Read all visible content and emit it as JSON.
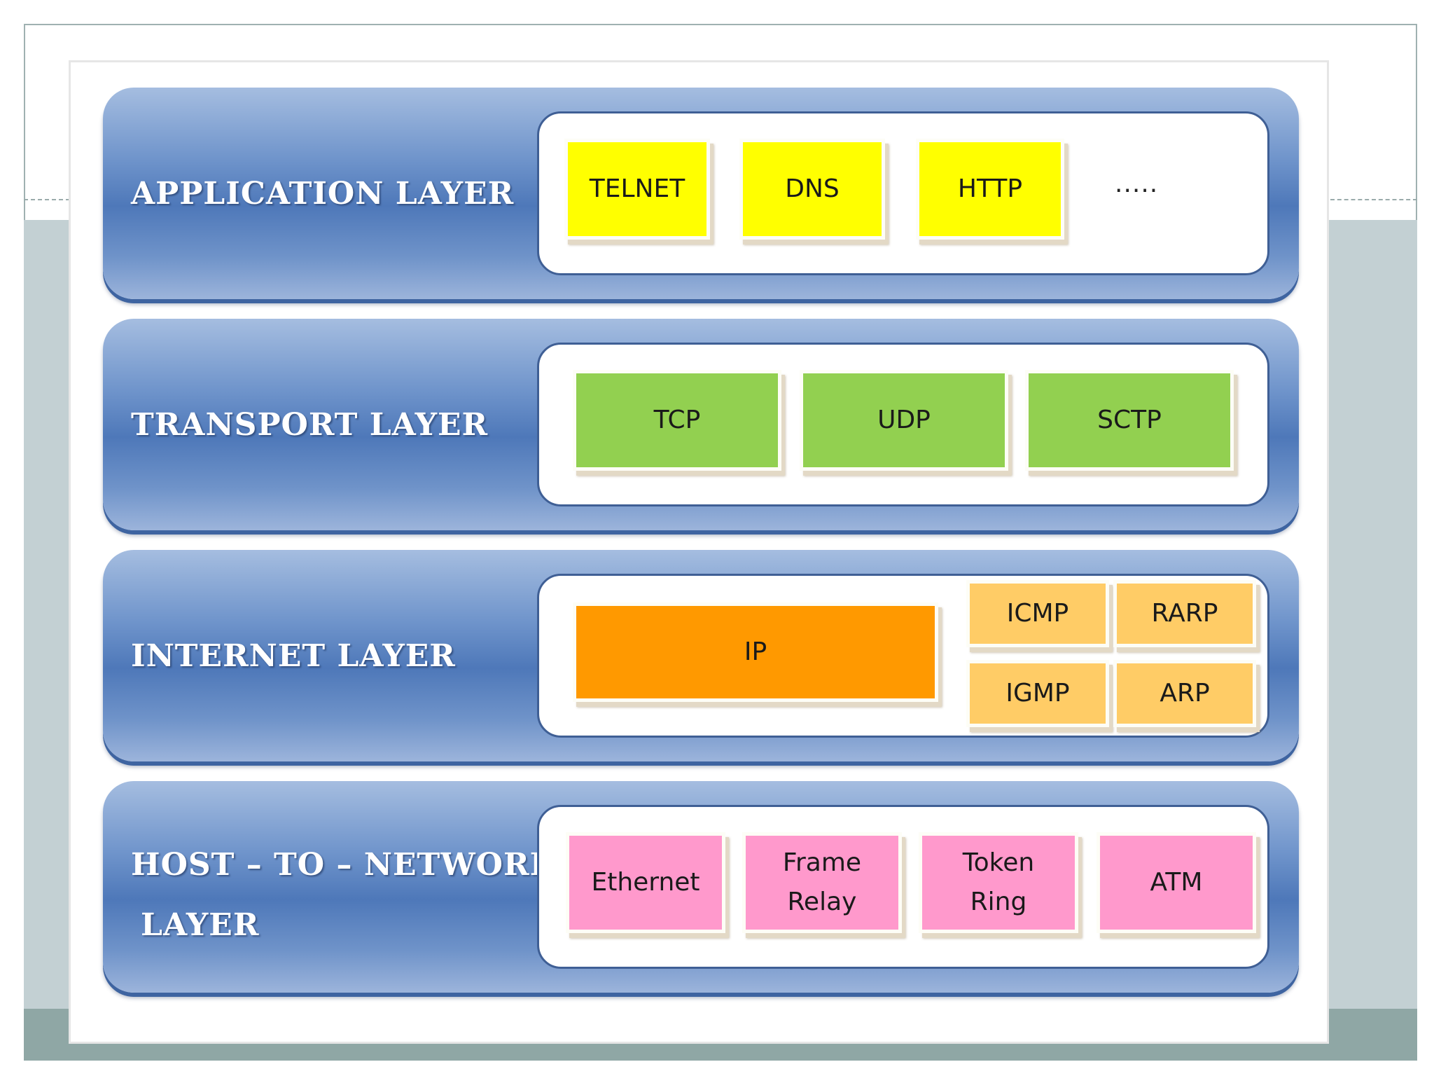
{
  "layers": [
    {
      "label": "APPLICATION LAYER",
      "protocols": [
        "TELNET",
        "DNS",
        "HTTP"
      ],
      "more": "....."
    },
    {
      "label": "TRANSPORT LAYER",
      "protocols": [
        "TCP",
        "UDP",
        "SCTP"
      ]
    },
    {
      "label": "INTERNET LAYER",
      "protocols": [
        "IP",
        "ICMP",
        "RARP",
        "IGMP",
        "ARP"
      ]
    },
    {
      "label_line1": "HOST – TO – NETWORK",
      "label_line2": "LAYER",
      "protocols": [
        {
          "line1": "Ethernet"
        },
        {
          "line1": "Frame",
          "line2": "Relay"
        },
        {
          "line1": "Token",
          "line2": "Ring"
        },
        {
          "line1": "ATM"
        }
      ]
    }
  ],
  "colors": {
    "application": "#ffff00",
    "transport": "#92d050",
    "internet_main": "#ff9900",
    "internet_aux": "#ffcc66",
    "host_to_network": "#ff99cc",
    "layer_band": "#4e78b9"
  }
}
